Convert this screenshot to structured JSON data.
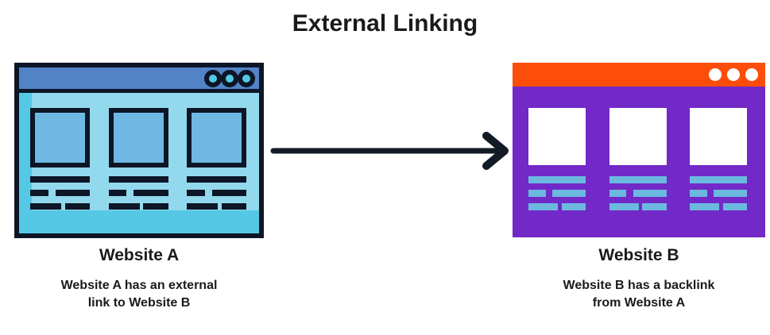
{
  "title": "External Linking",
  "colors": {
    "background": "#ffffff",
    "text": "#1a1a1a",
    "dark_outline": "#0d1626",
    "arrow": "#121a26",
    "site_a_titlebar": "#5283c6",
    "site_a_body": "#54c8e4",
    "site_a_panel": "#93d9ed",
    "site_a_thumb": "#6fb8e3",
    "site_b_titlebar": "#fc4e0a",
    "site_b_body": "#7229c7",
    "site_b_thumb": "#ffffff",
    "site_b_bars": "#6cb9e0"
  },
  "site_a": {
    "name": "Website A",
    "caption_lines": [
      "Website A has an external",
      "link to Website B"
    ]
  },
  "site_b": {
    "name": "Website B",
    "caption_lines": [
      "Website B has a backlink",
      "from Website A"
    ]
  },
  "arrow": {
    "from": "Website A",
    "to": "Website B",
    "direction": "right"
  }
}
